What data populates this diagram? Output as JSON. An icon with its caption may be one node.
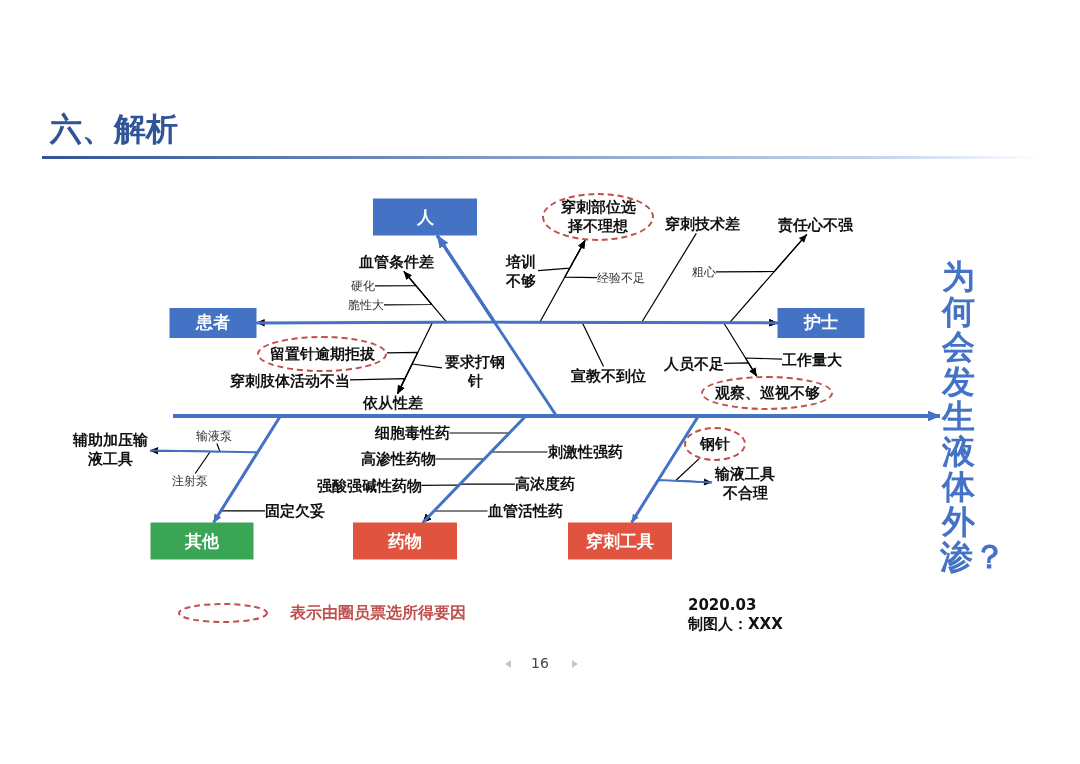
{
  "diagram": {
    "title": "六、解析",
    "nodes": [
      {
        "text": [
          "人"
        ]
      },
      {
        "text": [
          "穿刺部位选择不理想"
        ]
      },
      {
        "text": [
          "穿刺技术差"
        ]
      },
      {
        "text": [
          "责任心不强"
        ]
      },
      {
        "text": [
          "血管条件差"
        ]
      },
      {
        "text": [
          "培训不够"
        ]
      },
      {
        "text": [
          "经验不足"
        ]
      },
      {
        "text": [
          "粗心"
        ]
      },
      {
        "text": [
          "硬化"
        ]
      },
      {
        "text": [
          "脆性大"
        ]
      },
      {
        "text": [
          "患者"
        ]
      },
      {
        "text": [
          "护士"
        ]
      },
      {
        "text": [
          "留置针逾期拒拔"
        ]
      },
      {
        "text": [
          "要求打钢针"
        ]
      },
      {
        "text": [
          "宣教不到位"
        ]
      },
      {
        "text": [
          "人员不足"
        ]
      },
      {
        "text": [
          "工作量大"
        ]
      },
      {
        "text": [
          "穿刺肢体活动不当"
        ]
      },
      {
        "text": [
          "依从性差"
        ]
      },
      {
        "text": [
          "观察、巡视不够"
        ]
      },
      {
        "text": [
          "为何会发生液体外渗？"
        ]
      },
      {
        "text": [
          "辅助加压输液工具"
        ]
      },
      {
        "text": [
          "输液泵"
        ]
      },
      {
        "text": [
          "细胞毒性药"
        ]
      },
      {
        "text": [
          "刺激性强药"
        ]
      },
      {
        "text": [
          "钢针"
        ]
      },
      {
        "text": [
          "高渗性药物"
        ]
      },
      {
        "text": [
          "注射泵"
        ]
      },
      {
        "text": [
          "强酸强碱性药物"
        ]
      },
      {
        "text": [
          "高浓度药"
        ]
      },
      {
        "text": [
          "输液工具不合理"
        ]
      },
      {
        "text": [
          "固定欠妥"
        ]
      },
      {
        "text": [
          "血管活性药"
        ]
      },
      {
        "text": [
          "其他"
        ]
      },
      {
        "text": [
          "药物"
        ]
      },
      {
        "text": [
          "穿刺工具"
        ]
      }
    ],
    "edges": [
      {
        "from": null,
        "to": 20,
        "arrow": "to",
        "style": "thick",
        "color": "#4472c4"
      },
      {
        "from": 0,
        "to": 20,
        "arrow": "to",
        "style": "thick",
        "color": "#4472c4"
      },
      {
        "from": 10,
        "to": 0,
        "arrow": "to",
        "style": "thick",
        "color": "#4472c4"
      },
      {
        "from": 11,
        "to": 0,
        "arrow": "to",
        "style": "thick",
        "color": "#4472c4"
      },
      {
        "from": 4,
        "to": 10,
        "arrow": "to"
      },
      {
        "from": 8,
        "to": 4,
        "arrow": "to"
      },
      {
        "from": 9,
        "to": 4,
        "arrow": "to"
      },
      {
        "from": 18,
        "to": 10,
        "arrow": "to"
      },
      {
        "from": 12,
        "to": 18,
        "arrow": "to"
      },
      {
        "from": 17,
        "to": 18,
        "arrow": "to"
      },
      {
        "from": 13,
        "to": 18,
        "arrow": "to"
      },
      {
        "from": 1,
        "to": 11,
        "arrow": "to"
      },
      {
        "from": 5,
        "to": 1,
        "arrow": "to"
      },
      {
        "from": 6,
        "to": 1,
        "arrow": "to"
      },
      {
        "from": 2,
        "to": 11,
        "arrow": "to"
      },
      {
        "from": 3,
        "to": 11,
        "arrow": "to"
      },
      {
        "from": 7,
        "to": 3,
        "arrow": "to"
      },
      {
        "from": 14,
        "to": 11,
        "arrow": "to"
      },
      {
        "from": 19,
        "to": 11,
        "arrow": "to"
      },
      {
        "from": 15,
        "to": 19,
        "arrow": "to"
      },
      {
        "from": 16,
        "to": 19,
        "arrow": "to"
      },
      {
        "from": 33,
        "to": 20,
        "arrow": "to",
        "style": "thick",
        "color": "#4472c4"
      },
      {
        "from": 21,
        "to": 33,
        "arrow": "to",
        "color": "#4472c4"
      },
      {
        "from": 22,
        "to": 21,
        "arrow": "to"
      },
      {
        "from": 27,
        "to": 21,
        "arrow": "to"
      },
      {
        "from": 31,
        "to": 33,
        "arrow": "to"
      },
      {
        "from": 34,
        "to": 20,
        "arrow": "to",
        "style": "thick",
        "color": "#4472c4"
      },
      {
        "from": 23,
        "to": 34,
        "arrow": "to"
      },
      {
        "from": 26,
        "to": 34,
        "arrow": "to"
      },
      {
        "from": 28,
        "to": 34,
        "arrow": "to"
      },
      {
        "from": 24,
        "to": 34,
        "arrow": "to"
      },
      {
        "from": 29,
        "to": 34,
        "arrow": "to"
      },
      {
        "from": 32,
        "to": 34,
        "arrow": "to"
      },
      {
        "from": 35,
        "to": 20,
        "arrow": "to",
        "style": "thick",
        "color": "#4472c4"
      },
      {
        "from": 30,
        "to": 35,
        "arrow": "to",
        "color": "#4472c4"
      },
      {
        "from": 25,
        "to": 30,
        "arrow": "to"
      }
    ],
    "labels": [
      "2020.03",
      "制图人：XXX",
      "16"
    ],
    "legend": [
      {
        "text": "表示由圈员票选所得要因"
      }
    ]
  }
}
